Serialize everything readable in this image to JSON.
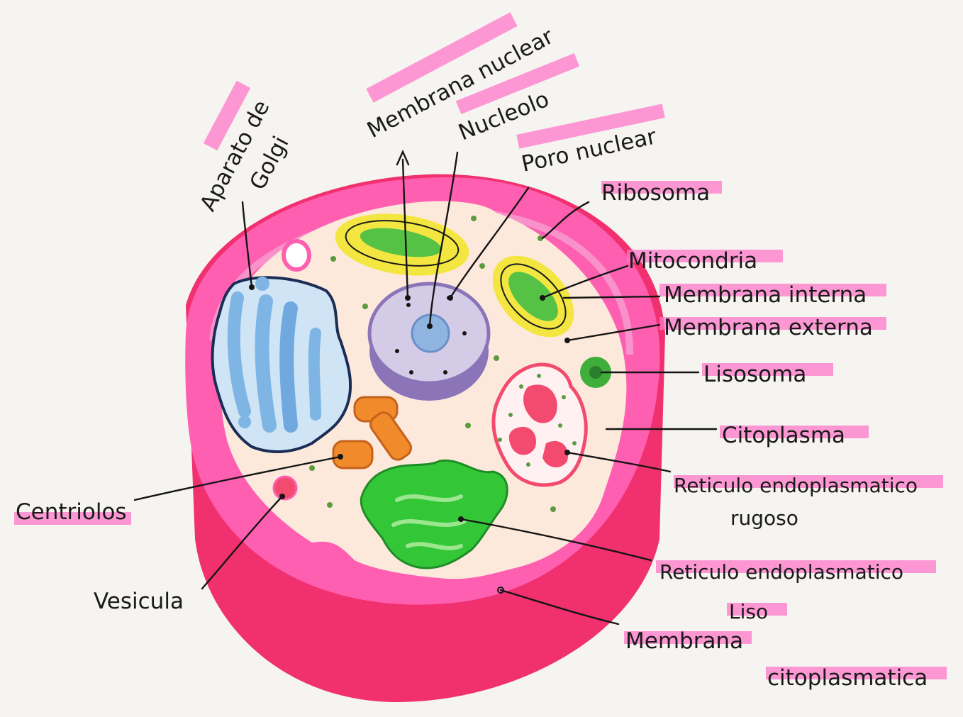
{
  "colors": {
    "background": "#f6f4f1",
    "membrane_outer": "#ff5fb0",
    "membrane_body": "#f1306f",
    "cytoplasm": "#fde9dc",
    "highlight": "#ff78c8",
    "nucleus": "#c9bfe0",
    "golgi": "#8fc4ea",
    "mitochondria_outer": "#f3e640",
    "mitochondria_inner": "#56c245",
    "lysosome": "#3fae3a",
    "centrioles": "#f08a2a",
    "smooth_er": "#33c637",
    "rough_er": "#f24b6f"
  },
  "labels": {
    "golgi_line1": "Aparato de",
    "golgi_line2": "Golgi",
    "nuclear_membrane": "Membrana nuclear",
    "nucleolus": "Nucleolo",
    "nuclear_pore": "Poro nuclear",
    "ribosome": "Ribosoma",
    "mitochondria": "Mitocondria",
    "inner_membrane": "Membrana interna",
    "outer_membrane": "Membrana externa",
    "lysosome": "Lisosoma",
    "cytoplasm": "Citoplasma",
    "rough_er_line1": "Reticulo endoplasmatico",
    "rough_er_line2": "rugoso",
    "centrioles": "Centriolos",
    "vesicle": "Vesicula",
    "smooth_er_line1": "Reticulo endoplasmatico",
    "smooth_er_line2": "Liso",
    "cell_membrane_line1": "Membrana",
    "cell_membrane_line2": "citoplasmatica"
  }
}
